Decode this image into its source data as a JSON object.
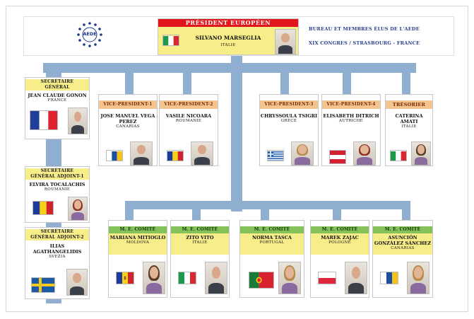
{
  "header": {
    "president_role": "PRÉSIDENT EUROPÉEN",
    "president_name": "SILVANO MARSEGLIA",
    "president_country": "ITALIE",
    "info_line1": "BUREAU ET MEMBRES ÉLUS DE L'AEDE",
    "info_line2": "XIX CONGRES / STRASBOURG - FRANCE",
    "logo_text": "AEDE"
  },
  "secretariat": [
    {
      "role": "SECRÉTAIRE GÉNÉRAL",
      "name": "JEAN CLAUDE GONON",
      "country": "FRANCE",
      "flag": "france"
    },
    {
      "role": "SECRÉTAIRE GÉNÉRAL ADJOINT-1",
      "name": "ELVIRA TOCALACHIS",
      "country": "ROUMANIE",
      "flag": "romania"
    },
    {
      "role": "SECRÉTAIRE GÉNÉRAL ADJOINT-2",
      "name": "ILIAS AGATHANGELIDIS",
      "country": "SVEZIA",
      "flag": "sweden"
    }
  ],
  "vice_presidents": [
    {
      "role": "VICE-PRESIDENT-1",
      "name": "JOSE MANUEL VEGA PEREZ",
      "country": "CANARIAS",
      "flag": "canarias"
    },
    {
      "role": "VICE-PRESIDENT-2",
      "name": "VASILE NICOARA",
      "country": "ROUMANIE",
      "flag": "romania"
    },
    {
      "role": "VICE-PRESIDENT-3",
      "name": "CHRYSSOULA TSIGRI",
      "country": "GRÈCE",
      "flag": "greece"
    },
    {
      "role": "VICE-PRESIDENT-4",
      "name": "ELISABETH DITRICH",
      "country": "AUTRICHE",
      "flag": "austria"
    },
    {
      "role": "TRÉSORIER",
      "name": "CATERINA AMATI",
      "country": "ITALIE",
      "flag": "italy"
    }
  ],
  "committee": [
    {
      "role": "M. E. COMITÉ",
      "name": "MARIANA MITIOGLO",
      "country": "MOLDOVA",
      "flag": "moldova"
    },
    {
      "role": "M. E. COMITÉ",
      "name": "ZITO VITO",
      "country": "ITALIE",
      "flag": "italy"
    },
    {
      "role": "M. E. COMITÉ",
      "name": "NORMA TASCA",
      "country": "PORTUGAL",
      "flag": "portugal"
    },
    {
      "role": "M. E. COMITÉ",
      "name": "MAREK ZAJAC",
      "country": "POLOGNE",
      "flag": "poland"
    },
    {
      "role": "M. E. COMITÉ",
      "name": "ASUNCIÓN GONZÁLEZ SÁNCHEZ",
      "country": "CANARIAS",
      "flag": "canarias"
    }
  ],
  "colors": {
    "connector": "#8fafd0",
    "president_header": "#e1161c",
    "name_band": "#f7ee8a",
    "vp_role": "#f4c392",
    "committee_role": "#86c25a",
    "info_text": "#2a3f8f"
  }
}
